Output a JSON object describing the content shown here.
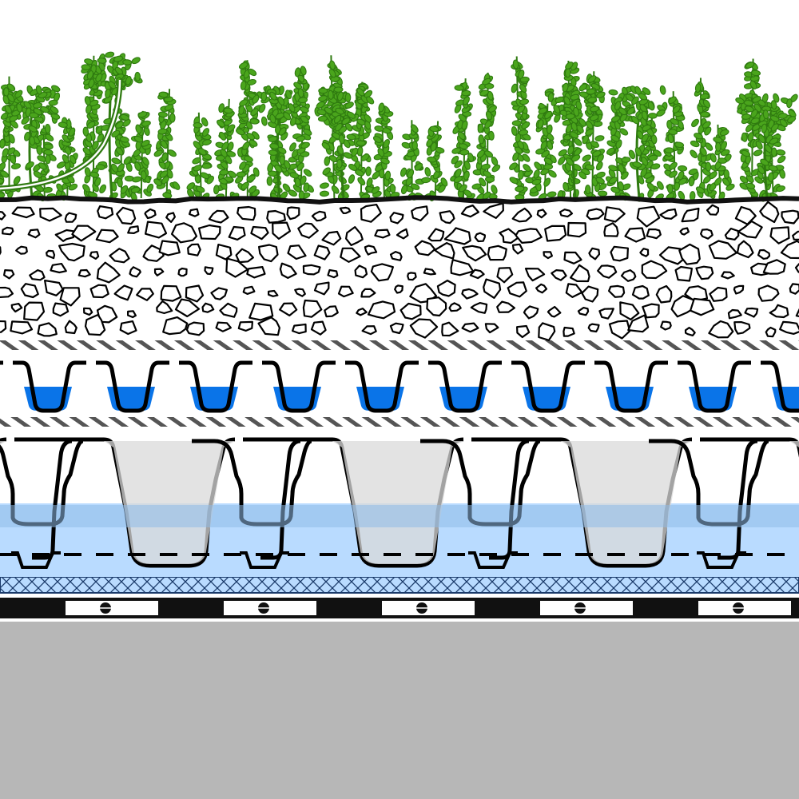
{
  "diagram": {
    "layers": [
      {
        "id": "vegetation",
        "kind": "plants"
      },
      {
        "id": "filter-line",
        "kind": "line"
      },
      {
        "id": "substrate",
        "kind": "aggregate"
      },
      {
        "id": "upper-filter-fleece",
        "kind": "hatched-band"
      },
      {
        "id": "drainage-element",
        "kind": "profiled-board",
        "retains_water": true
      },
      {
        "id": "lower-filter-fleece",
        "kind": "hatched-band"
      },
      {
        "id": "water-retention-board",
        "kind": "profiled-board",
        "retains_water": true
      },
      {
        "id": "protection-mat",
        "kind": "cross-hatched-band"
      },
      {
        "id": "waterproofing-membrane",
        "kind": "segmented-band"
      },
      {
        "id": "roof-deck",
        "kind": "solid-slab"
      }
    ]
  },
  "colors": {
    "background": "#ffffff",
    "plant": "#4aa51c",
    "plant_outline": "#2f7a10",
    "outline": "#000000",
    "hatch": "#555555",
    "water": "#0a74e8",
    "water_light": "#b9dbff",
    "water_mid": "#90bce8",
    "board_fill": "#d9d9d9",
    "membrane_dark": "#111111",
    "deck": "#b7b7b7"
  },
  "icons": {
    "plant": "sedum-sprig-icon",
    "bolt": "fastener-icon"
  }
}
